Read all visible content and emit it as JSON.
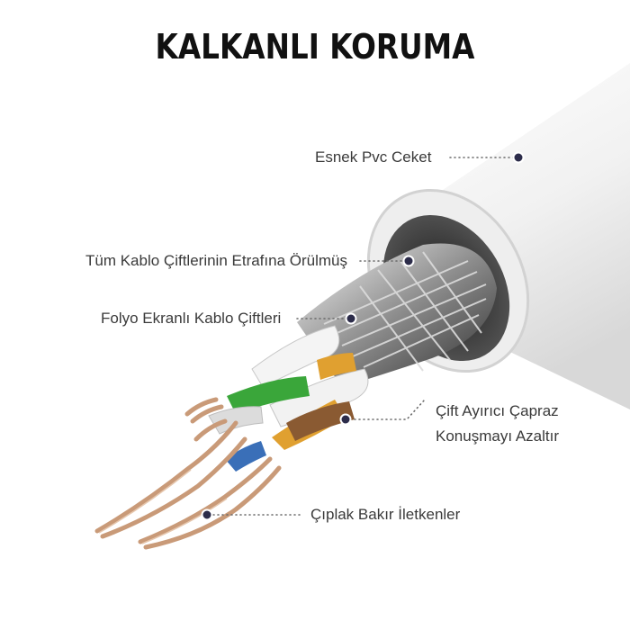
{
  "title": "KALKANLI KORUMA",
  "labels": {
    "jacket": "Esnek Pvc Ceket",
    "braid": "Tüm Kablo Çiftlerinin Etrafına Örülmüş",
    "foil": "Folyo Ekranlı Kablo Çiftleri",
    "separator_line1": "Çift Ayırıcı Çapraz",
    "separator_line2": "Konuşmayı Azaltır",
    "copper": "Çıplak Bakır İletkenler"
  },
  "colors": {
    "title": "#111111",
    "label_text": "#3a3a3a",
    "leader": "#6a6a6a",
    "marker": "#2c2c4a",
    "jacket": "#f3f3f3",
    "green_wire": "#3aa63a",
    "orange_wire": "#e0a030",
    "brown_wire": "#8a5a32",
    "blue_wire": "#3a6fb8",
    "copper": "#c99a78"
  }
}
